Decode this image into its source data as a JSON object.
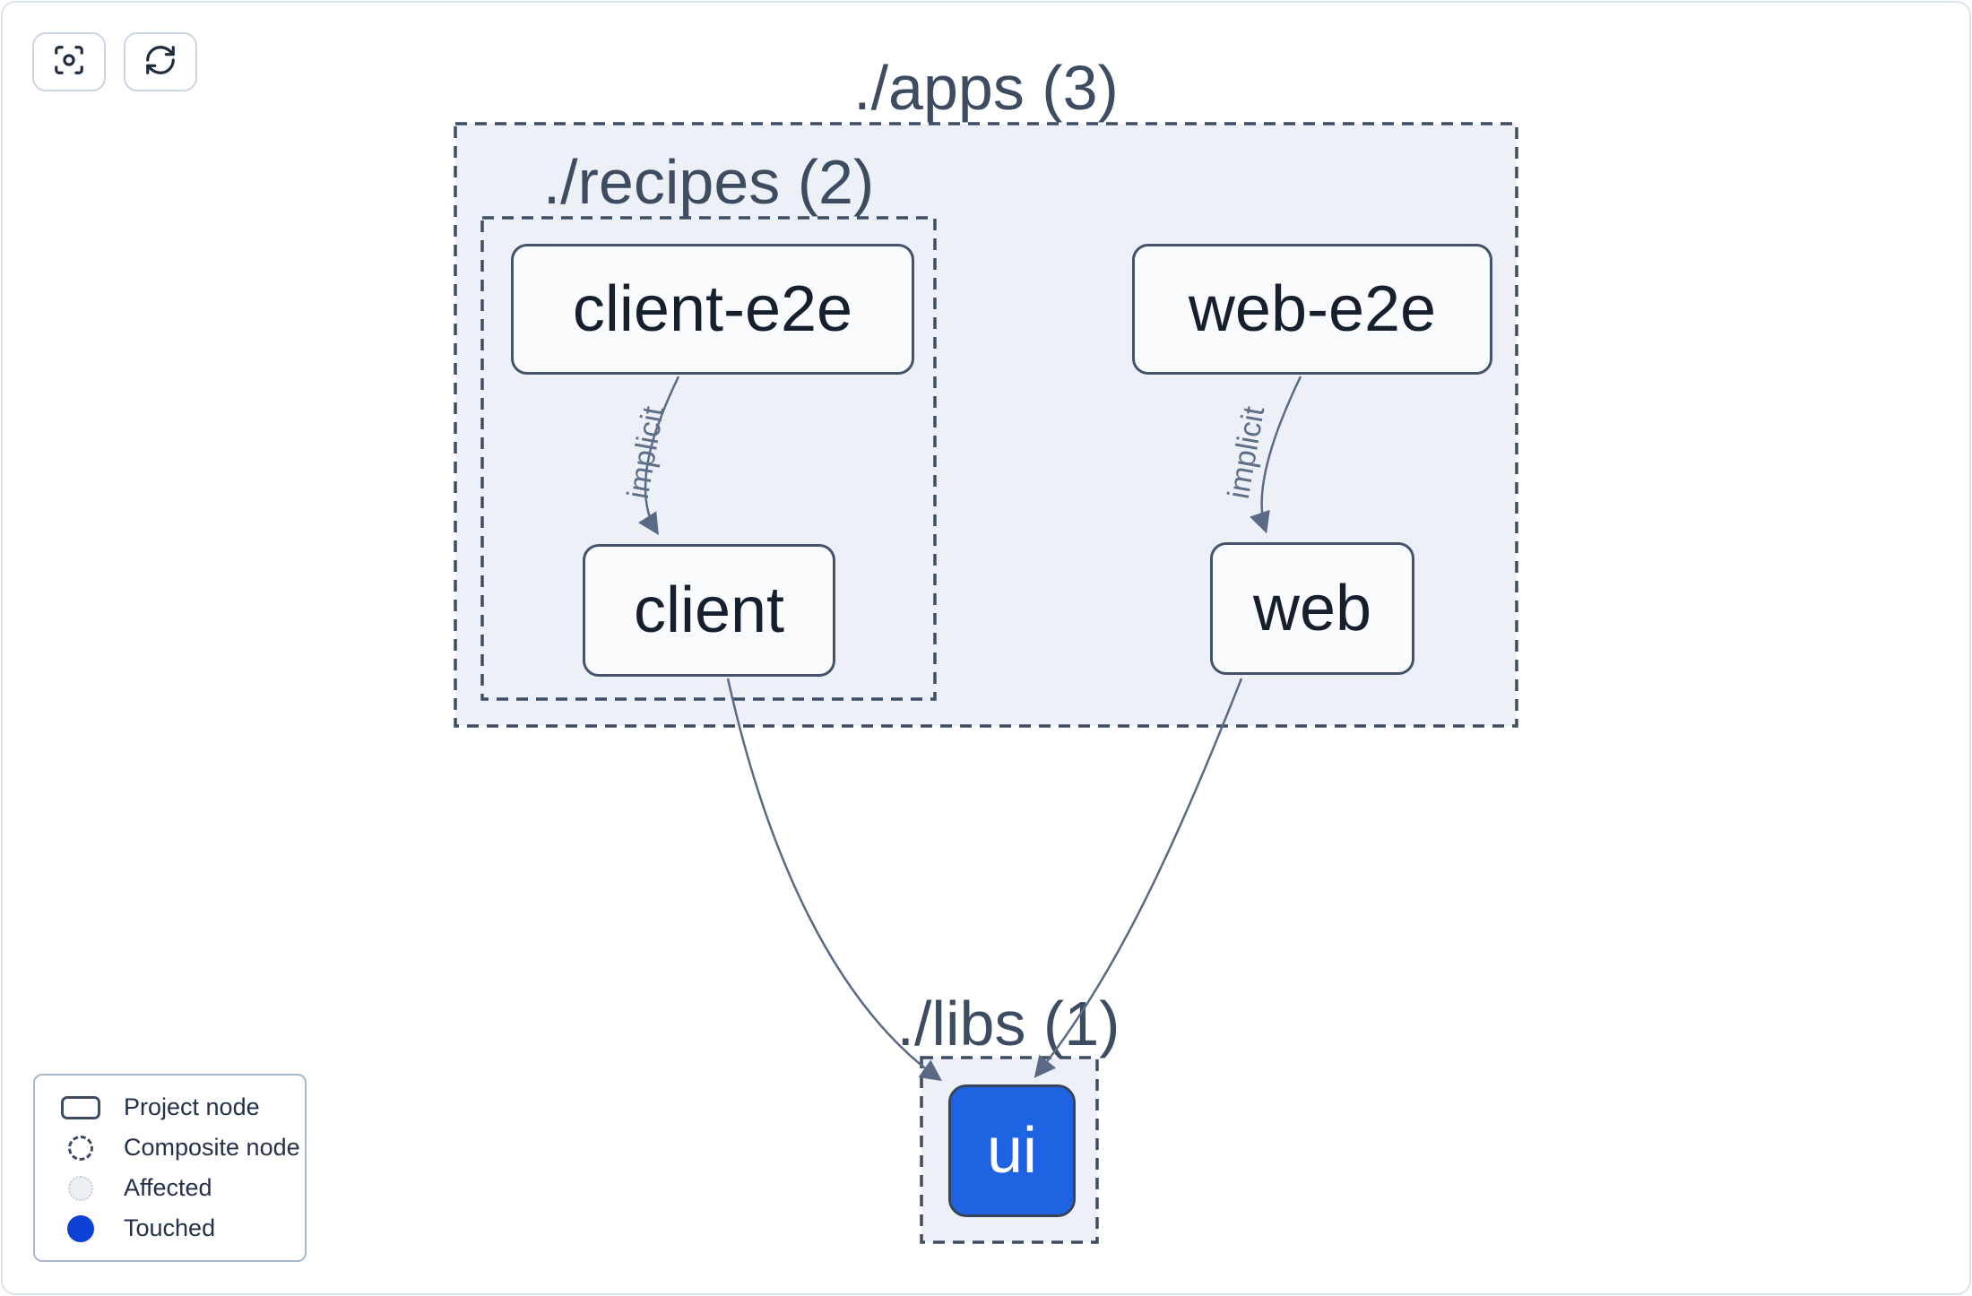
{
  "toolbar": {
    "focus_button": {
      "icon": "focus-scan-icon",
      "tooltip": ""
    },
    "refresh_button": {
      "icon": "refresh-icon",
      "tooltip": ""
    }
  },
  "graph": {
    "containers": {
      "apps": {
        "label": "./apps (3)",
        "count": 3
      },
      "recipes": {
        "label": "./recipes (2)",
        "count": 2
      },
      "libs": {
        "label": "./libs (1)",
        "count": 1
      }
    },
    "nodes": {
      "client_e2e": {
        "label": "client-e2e",
        "state": "project"
      },
      "web_e2e": {
        "label": "web-e2e",
        "state": "project"
      },
      "client": {
        "label": "client",
        "state": "project"
      },
      "web": {
        "label": "web",
        "state": "project"
      },
      "ui": {
        "label": "ui",
        "state": "touched"
      }
    },
    "edges": {
      "client_e2e_to_client": {
        "from": "client-e2e",
        "to": "client",
        "label": "implicit"
      },
      "web_e2e_to_web": {
        "from": "web-e2e",
        "to": "web",
        "label": "implicit"
      },
      "client_to_ui": {
        "from": "client",
        "to": "ui",
        "label": ""
      },
      "web_to_ui": {
        "from": "web",
        "to": "ui",
        "label": ""
      }
    }
  },
  "legend": {
    "items": [
      {
        "label": "Project node",
        "shape": "project-rect-outline"
      },
      {
        "label": "Composite node",
        "shape": "dashed-circle-outline"
      },
      {
        "label": "Affected",
        "shape": "dotted-light-circle"
      },
      {
        "label": "Touched",
        "shape": "solid-blue-circle"
      }
    ]
  },
  "colors": {
    "touched_node_blue": "#1e64e2",
    "legend_touched_blue": "#0c40d6",
    "container_fill": "#edf1f7",
    "dashed_border": "#3e4c62",
    "node_border": "#44536b",
    "node_text": "#161f2e",
    "edge_stroke": "#5b6a84",
    "title_text": "#3e4c62"
  }
}
